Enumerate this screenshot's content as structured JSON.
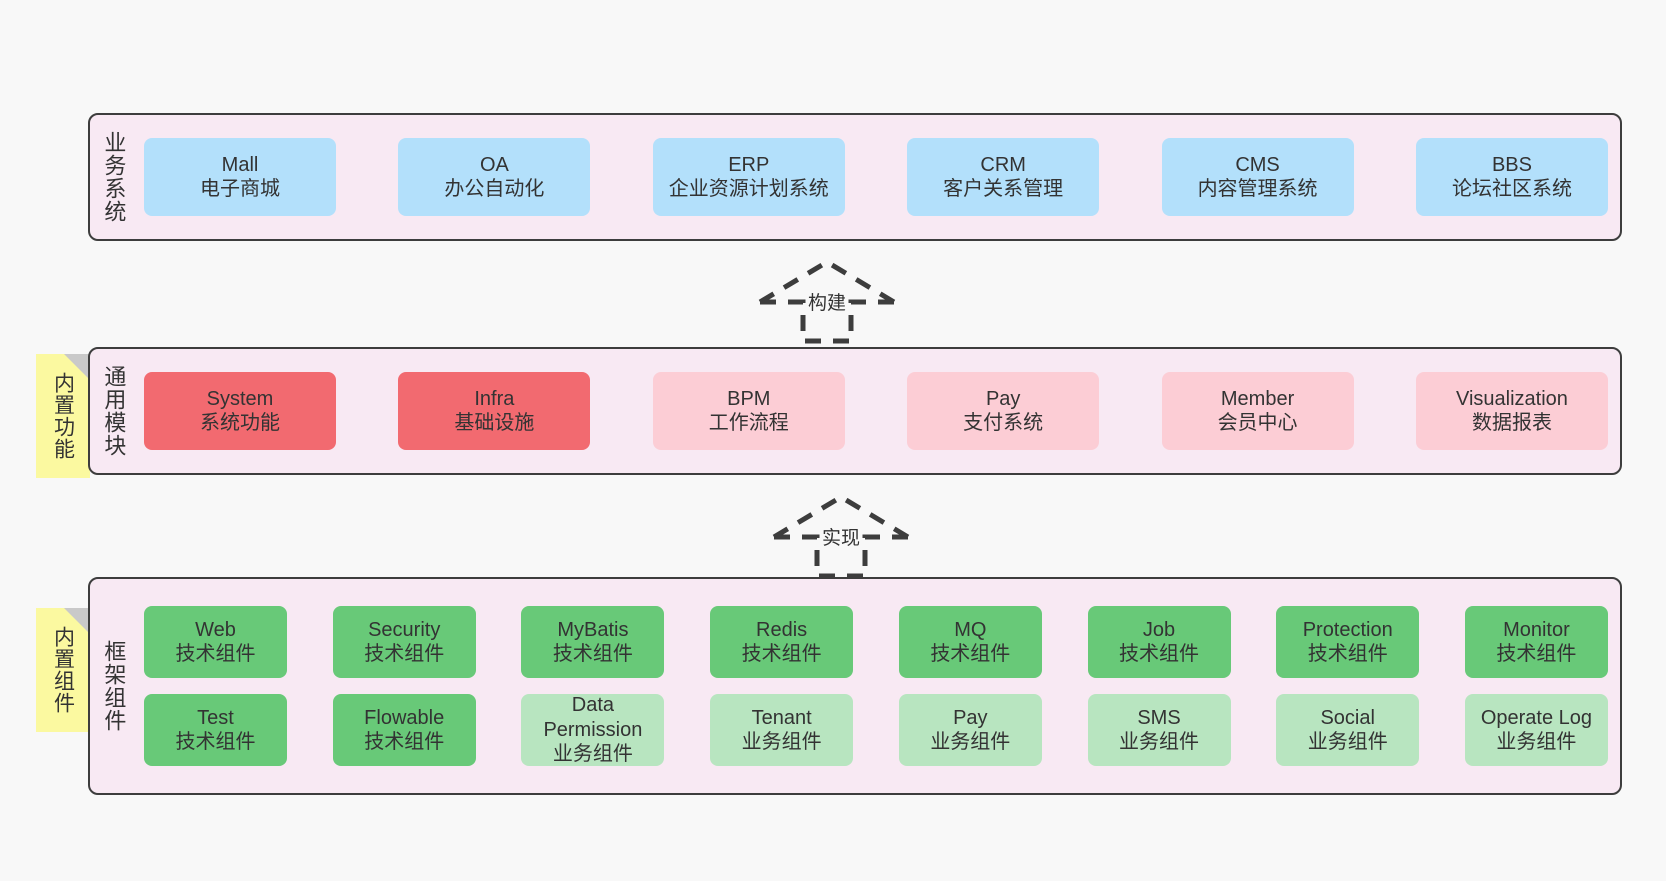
{
  "diagram": {
    "title_text": "",
    "background": "#f8f8f8",
    "layer_fill": "#f8e9f3",
    "layer_border": "#3d3d3d",
    "note_fill": "#fbf9a0",
    "note_fold": "#c9c9c9",
    "colors": {
      "blue": "#b3e0fb",
      "red": "#f26a70",
      "pink": "#fccdd5",
      "green": "#68c978",
      "light_green": "#b8e5c0"
    }
  },
  "layers": [
    {
      "id": "business-system",
      "title": "业务系统",
      "rows": [
        {
          "items": [
            {
              "name": "Mall",
              "sub": "电子商城",
              "color": "blue"
            },
            {
              "name": "OA",
              "sub": "办公自动化",
              "color": "blue"
            },
            {
              "name": "ERP",
              "sub": "企业资源计划系统",
              "color": "blue"
            },
            {
              "name": "CRM",
              "sub": "客户关系管理",
              "color": "blue"
            },
            {
              "name": "CMS",
              "sub": "内容管理系统",
              "color": "blue"
            },
            {
              "name": "BBS",
              "sub": "论坛社区系统",
              "color": "blue"
            }
          ]
        }
      ]
    },
    {
      "id": "common-module",
      "title": "通用模块",
      "note": "内置功能",
      "rows": [
        {
          "items": [
            {
              "name": "System",
              "sub": "系统功能",
              "color": "red"
            },
            {
              "name": "Infra",
              "sub": "基础设施",
              "color": "red"
            },
            {
              "name": "BPM",
              "sub": "工作流程",
              "color": "pink"
            },
            {
              "name": "Pay",
              "sub": "支付系统",
              "color": "pink"
            },
            {
              "name": "Member",
              "sub": "会员中心",
              "color": "pink"
            },
            {
              "name": "Visualization",
              "sub": "数据报表",
              "color": "pink"
            }
          ]
        }
      ]
    },
    {
      "id": "framework-component",
      "title": "框架组件",
      "note": "内置组件",
      "rows": [
        {
          "items": [
            {
              "name": "Web",
              "sub": "技术组件",
              "color": "green"
            },
            {
              "name": "Security",
              "sub": "技术组件",
              "color": "green"
            },
            {
              "name": "MyBatis",
              "sub": "技术组件",
              "color": "green"
            },
            {
              "name": "Redis",
              "sub": "技术组件",
              "color": "green"
            },
            {
              "name": "MQ",
              "sub": "技术组件",
              "color": "green"
            },
            {
              "name": "Job",
              "sub": "技术组件",
              "color": "green"
            },
            {
              "name": "Protection",
              "sub": "技术组件",
              "color": "green"
            },
            {
              "name": "Monitor",
              "sub": "技术组件",
              "color": "green"
            }
          ]
        },
        {
          "items": [
            {
              "name": "Test",
              "sub": "技术组件",
              "color": "green"
            },
            {
              "name": "Flowable",
              "sub": "技术组件",
              "color": "green"
            },
            {
              "name": "Data Permission",
              "sub": "业务组件",
              "color": "light_green"
            },
            {
              "name": "Tenant",
              "sub": "业务组件",
              "color": "light_green"
            },
            {
              "name": "Pay",
              "sub": "业务组件",
              "color": "light_green"
            },
            {
              "name": "SMS",
              "sub": "业务组件",
              "color": "light_green"
            },
            {
              "name": "Social",
              "sub": "业务组件",
              "color": "light_green"
            },
            {
              "name": "Operate Log",
              "sub": "业务组件",
              "color": "light_green"
            }
          ]
        }
      ]
    }
  ],
  "arrows": [
    {
      "id": "build",
      "label": "构建"
    },
    {
      "id": "implement",
      "label": "实现"
    }
  ]
}
